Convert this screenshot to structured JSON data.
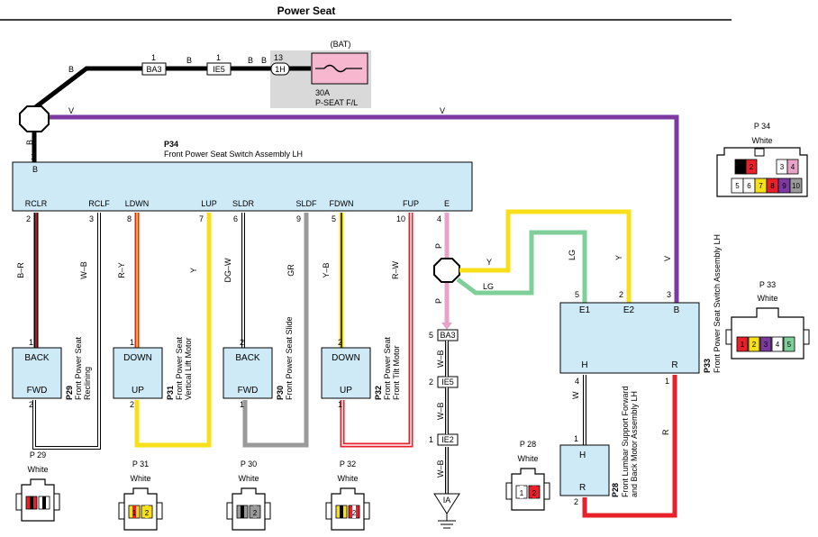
{
  "title": "Power Seat",
  "fuse": {
    "source": "(BAT)",
    "junction_pin": "13",
    "junction": "1H",
    "rating": "30A",
    "name": "P-SEAT F/L"
  },
  "top_connectors": [
    {
      "pin": "1",
      "name": "BA3",
      "wire": "B"
    },
    {
      "pin": "1",
      "name": "IE5",
      "wire": "B"
    },
    {
      "wire": "B"
    }
  ],
  "top_wires": {
    "left_b": "B",
    "v_top": "V",
    "v_right": "V",
    "b_down": "B",
    "pin_1": "1"
  },
  "switch": {
    "id": "P34",
    "name": "Front Power Seat Switch Assembly LH",
    "b_label": "B",
    "terminals": [
      {
        "label": "RCLR",
        "pin": "2",
        "wire": "B–R"
      },
      {
        "label": "RCLF",
        "pin": "3",
        "wire": "W–B"
      },
      {
        "label": "LDWN",
        "pin": "8",
        "wire": "R–Y"
      },
      {
        "label": "LUP",
        "pin": "7",
        "wire": "Y"
      },
      {
        "label": "SLDR",
        "pin": "6",
        "wire": "DG–W"
      },
      {
        "label": "SLDF",
        "pin": "9",
        "wire": "GR"
      },
      {
        "label": "FDWN",
        "pin": "5",
        "wire": "Y–B"
      },
      {
        "label": "FUP",
        "pin": "10",
        "wire": "R–W"
      },
      {
        "label": "E",
        "pin": "4",
        "wire": "P"
      }
    ]
  },
  "motors": [
    {
      "id": "P29",
      "name": "Front Power Seat Reclining",
      "top": "BACK",
      "bottom": "FWD",
      "pin_top": "1",
      "pin_bottom": "2"
    },
    {
      "id": "P31",
      "name": "Front Power Seat Vertical Lift Motor",
      "top": "DOWN",
      "bottom": "UP",
      "pin_top": "1",
      "pin_bottom": "2"
    },
    {
      "id": "P30",
      "name": "Front Power Seat Slide",
      "top": "BACK",
      "bottom": "FWD",
      "pin_top": "2",
      "pin_bottom": "1"
    },
    {
      "id": "P32",
      "name": "Front Power Seat Front Tilt Motor",
      "top": "DOWN",
      "bottom": "UP",
      "pin_top": "2",
      "pin_bottom": "1"
    }
  ],
  "ground": {
    "wire_p_lower": "P",
    "wire_y": "Y",
    "wire_lg": "LG",
    "connectors": [
      {
        "pin": "5",
        "name": "BA3"
      },
      {
        "pin": "2",
        "name": "IE5"
      },
      {
        "pin": "1",
        "name": "IE2"
      }
    ],
    "wires": [
      "W–B",
      "W–B",
      "W–B"
    ],
    "point": "IA"
  },
  "lumbar_switch": {
    "id": "P33",
    "name": "Front Power Seat Switch Assembly LH",
    "terminals": [
      {
        "label": "E1",
        "pin": "5",
        "wire": "LG"
      },
      {
        "label": "E2",
        "pin": "2",
        "wire": "Y"
      },
      {
        "label": "B",
        "pin": "3",
        "wire": "V"
      },
      {
        "label": "H",
        "pin": "4",
        "wire": "W"
      },
      {
        "label": "R",
        "pin": "1",
        "wire": "R"
      }
    ]
  },
  "lumbar_motor": {
    "id": "P28",
    "name": "Front Lumbar Support Forward and Back Motor Assembly LH",
    "top": "H",
    "bottom": "R",
    "pin_top": "1",
    "pin_bottom": "2"
  },
  "connector_views": {
    "p34": {
      "label": "P 34",
      "color": "White",
      "pins": [
        "1",
        "2",
        "3",
        "4",
        "5",
        "6",
        "7",
        "8",
        "9",
        "10"
      ]
    },
    "p33": {
      "label": "P 33",
      "color": "White",
      "pins": [
        "1",
        "2",
        "3",
        "4",
        "5"
      ]
    },
    "p28": {
      "label": "P 28",
      "color": "White",
      "pins": [
        "1",
        "2"
      ]
    },
    "p29": {
      "label": "P 29",
      "color": "White",
      "pins": [
        "1",
        "2"
      ]
    },
    "p31": {
      "label": "P 31",
      "color": "White",
      "pins": [
        "1",
        "2"
      ]
    },
    "p30": {
      "label": "P 30",
      "color": "White",
      "pins": [
        "1",
        "2"
      ]
    },
    "p32": {
      "label": "P 32",
      "color": "White",
      "pins": [
        "1",
        "2"
      ]
    }
  },
  "colors": {
    "black": "#000000",
    "violet": "#7b3aa0",
    "yellow": "#f7e01a",
    "gray": "#9a9a9a",
    "pink": "#e9a3c9",
    "light_green": "#7fcf9a",
    "red": "#e8202a",
    "box_fill": "#cfeaf7",
    "fuse_fill": "#f6b7cf",
    "fuse_bg": "#d9d9d9"
  }
}
